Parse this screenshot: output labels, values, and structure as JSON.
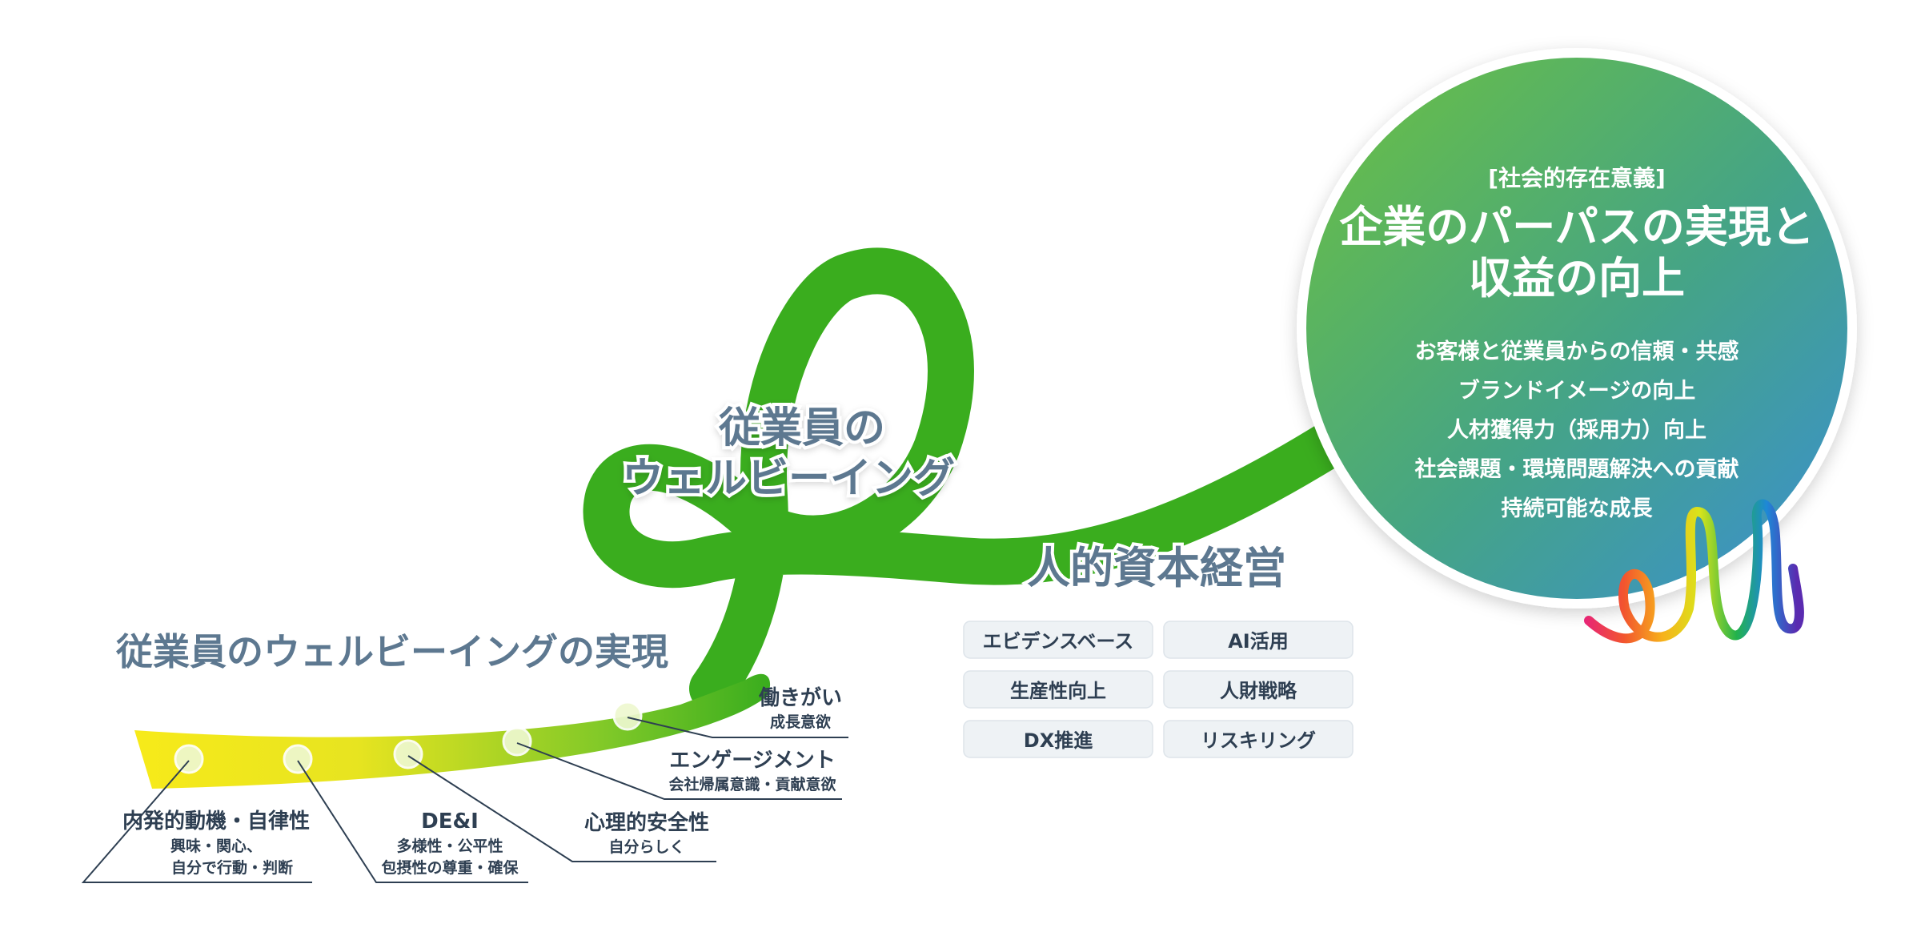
{
  "purpose": {
    "tag": "[社会的存在意義]",
    "title_line1": "企業のパーパスの実現と",
    "title_line2": "収益の向上",
    "items": [
      "お客様と従業員からの信頼・共感",
      "ブランドイメージの向上",
      "人材獲得力（採用力）向上",
      "社会課題・環境問題解決への貢献",
      "持続可能な成長"
    ]
  },
  "wellbeing": {
    "line1": "従業員の",
    "line2": "ウェルビーイング"
  },
  "human_capital": {
    "title": "人的資本経営",
    "chips": [
      "エビデンスベース",
      "AI活用",
      "生産性向上",
      "人財戦略",
      "DX推進",
      "リスキリング"
    ]
  },
  "realization_title": "従業員のウェルビーイングの実現",
  "factors": [
    {
      "main": "内発的動機・自律性",
      "sub1": "興味・関心、",
      "sub2": "自分で行動・判断"
    },
    {
      "main": "DE&I",
      "sub1": "多様性・公平性",
      "sub2": "包摂性の尊重・確保"
    },
    {
      "main": "心理的安全性",
      "sub1": "自分らしく",
      "sub2": ""
    },
    {
      "main": "エンゲージメント",
      "sub1": "会社帰属意識・貢献意欲",
      "sub2": ""
    },
    {
      "main": "働きがい",
      "sub1": "成長意欲",
      "sub2": ""
    }
  ],
  "colors": {
    "ribbon_green": "#3aad1e",
    "ribbon_yellow": "#f7ea1a",
    "text_dark": "#2e3f52",
    "title_slate": "#5d7890",
    "circle_top": "#6cc140",
    "circle_bottom": "#3a92cf"
  }
}
